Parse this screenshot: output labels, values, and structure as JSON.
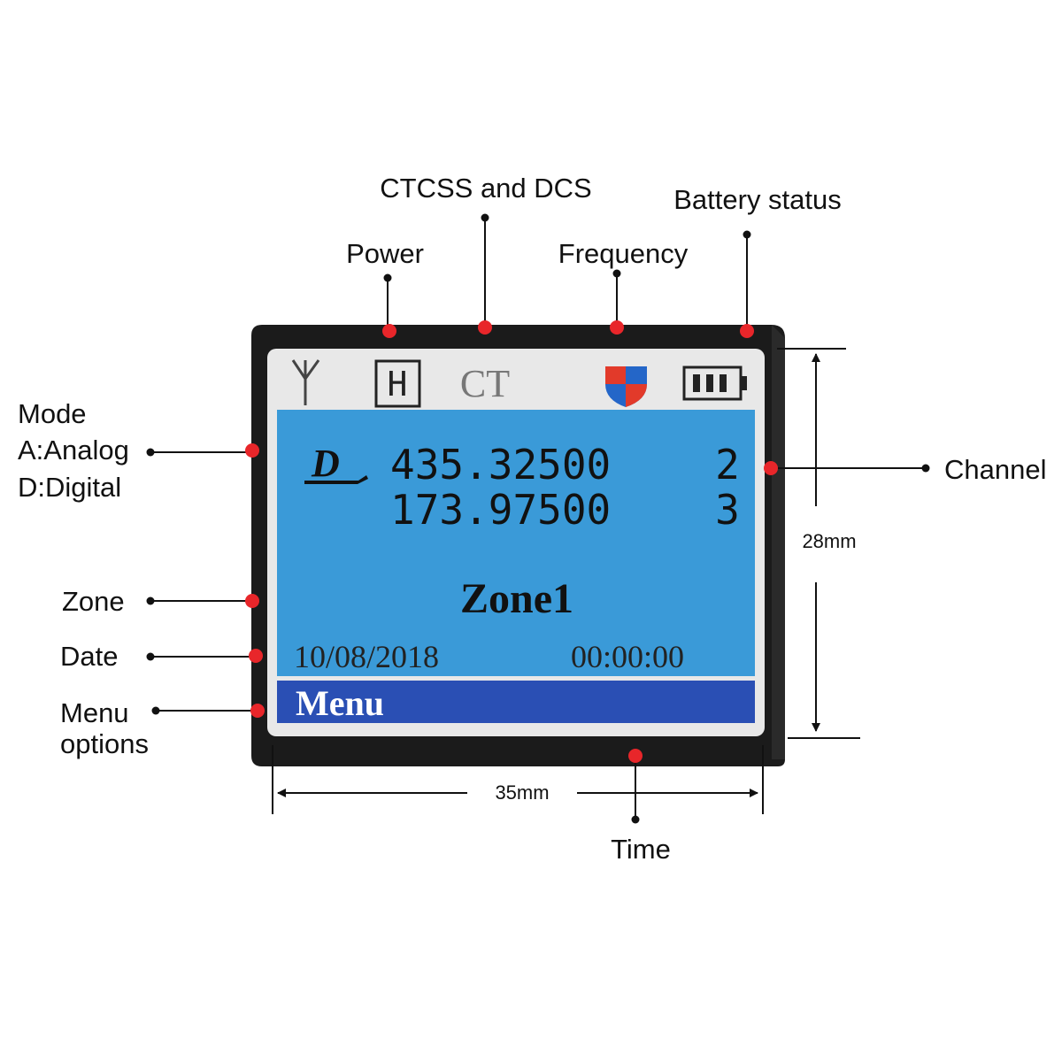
{
  "callouts": {
    "ctcss_dcs": "CTCSS and DCS",
    "battery_status": "Battery status",
    "power": "Power",
    "frequency": "Frequency",
    "mode_line1": "Mode",
    "mode_line2": "A:Analog",
    "mode_line3": "D:Digital",
    "channel": "Channel",
    "zone": "Zone",
    "date": "Date",
    "menu_line1": "Menu",
    "menu_line2": "options",
    "time": "Time"
  },
  "dimensions": {
    "height": "28mm",
    "width": "35mm"
  },
  "screen": {
    "status_bar": {
      "antenna_icon": "antenna-icon",
      "power_level": "H",
      "ctcss_indicator": "CT",
      "encryption_icon": "shield-icon",
      "battery_icon": "battery-icon"
    },
    "mode_icon": "D",
    "frequency_1": "435.32500",
    "frequency_2": "173.97500",
    "channel_1": "2",
    "channel_2": "3",
    "zone": "Zone1",
    "date": "10/08/2018",
    "time": "00:00:00",
    "menu": "Menu"
  },
  "colors": {
    "bezel": "#1b1b1b",
    "screen_frame": "#e8e8e8",
    "lcd_blue": "#3a9ad8",
    "menu_bar": "#2a4fb4",
    "marker_red": "#e8262a",
    "shield_red": "#e23a2a",
    "shield_blue": "#2466c8"
  }
}
